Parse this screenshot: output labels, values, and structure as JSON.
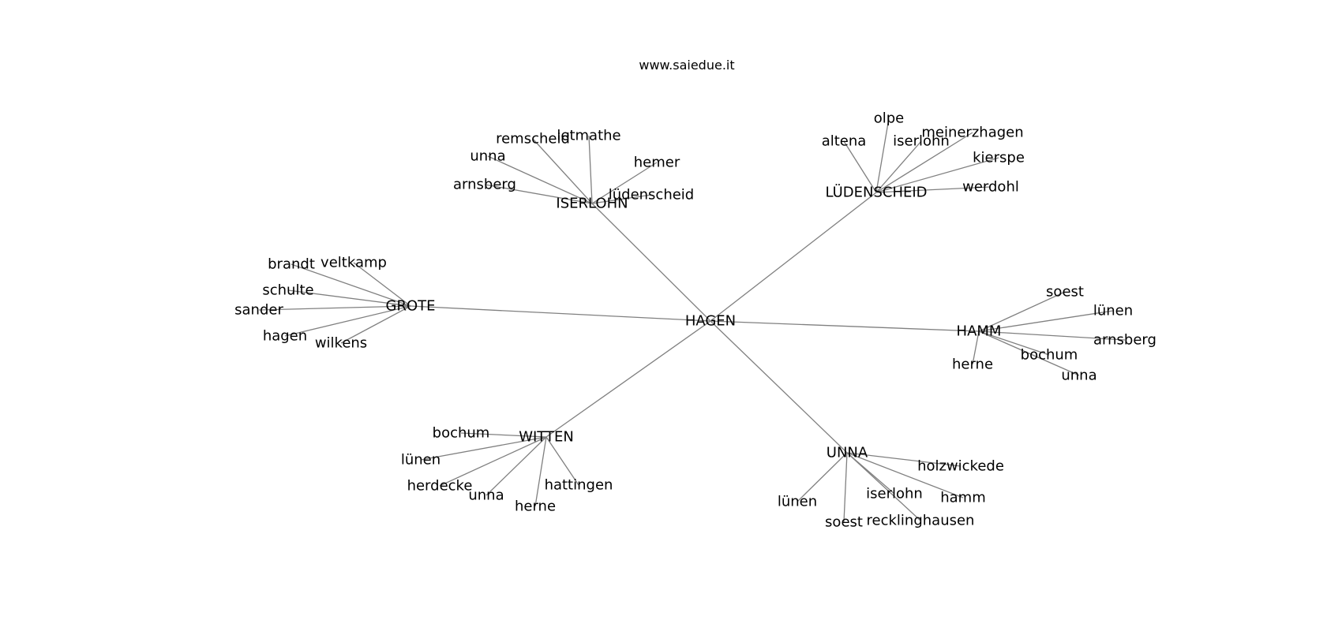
{
  "title": "www.saiedue.it",
  "graph": {
    "root": "HAGEN",
    "hubs": [
      {
        "name": "ISERLOHN",
        "leaves": [
          "remscheid",
          "letmathe",
          "unna",
          "hemer",
          "arnsberg",
          "lüdenscheid"
        ]
      },
      {
        "name": "LÜDENSCHEID",
        "leaves": [
          "olpe",
          "altena",
          "iserlohn",
          "meinerzhagen",
          "kierspe",
          "werdohl"
        ]
      },
      {
        "name": "GROTE",
        "leaves": [
          "brandt",
          "veltkamp",
          "schulte",
          "sander",
          "hagen",
          "wilkens"
        ]
      },
      {
        "name": "HAMM",
        "leaves": [
          "soest",
          "lünen",
          "arnsberg",
          "bochum",
          "herne",
          "unna"
        ]
      },
      {
        "name": "WITTEN",
        "leaves": [
          "bochum",
          "lünen",
          "herdecke",
          "unna",
          "hattingen",
          "herne"
        ]
      },
      {
        "name": "UNNA",
        "leaves": [
          "holzwickede",
          "iserlohn",
          "hamm",
          "lünen",
          "soest",
          "recklinghausen"
        ]
      }
    ]
  }
}
